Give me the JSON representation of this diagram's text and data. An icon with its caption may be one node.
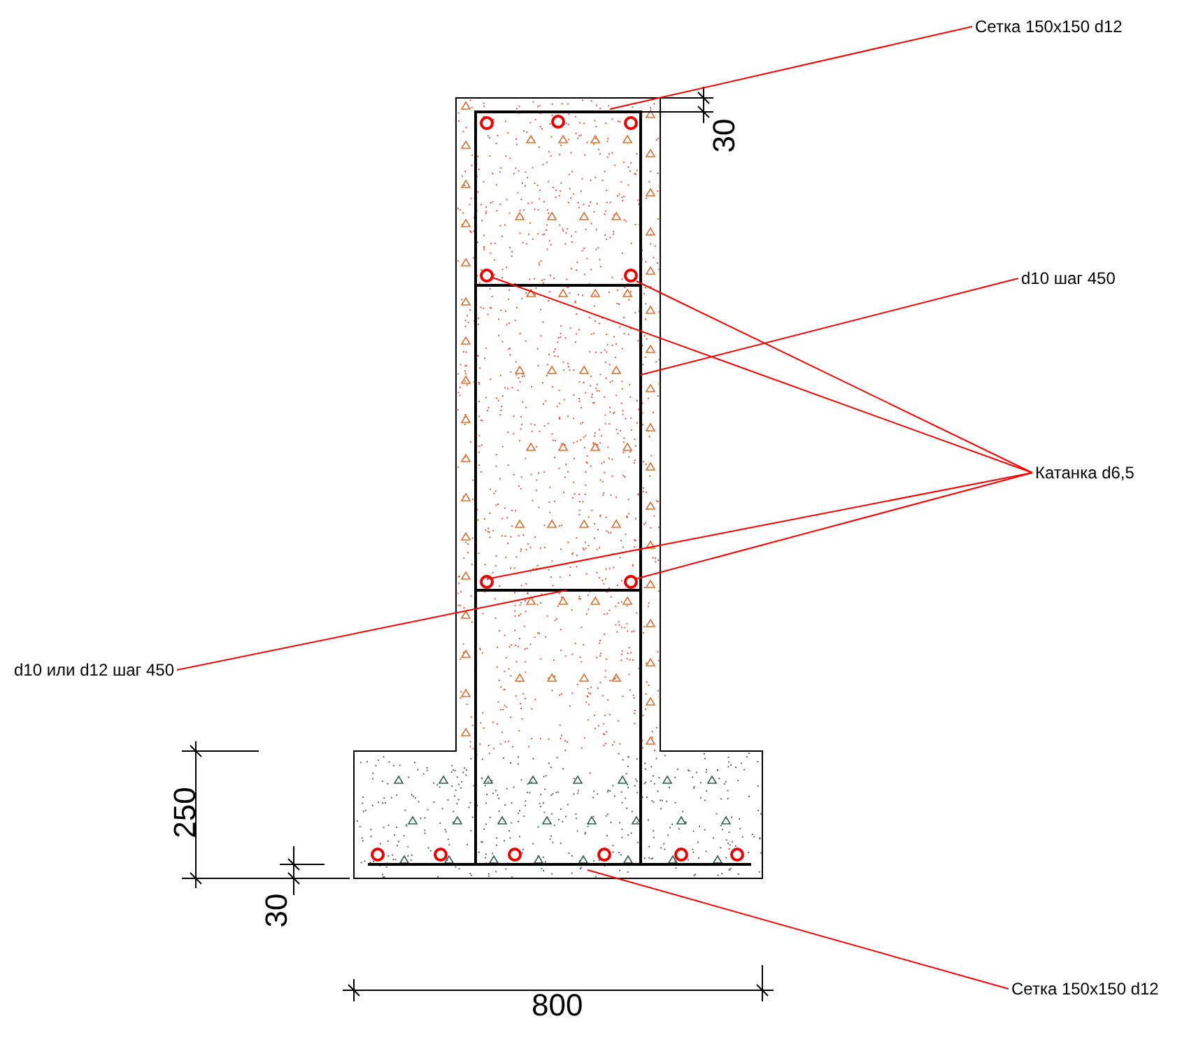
{
  "diagram": {
    "nodes": [
      {
        "text": [
          "Сетка 150x150 d12"
        ]
      },
      {
        "text": [
          "d10 шаг 450"
        ]
      },
      {
        "text": [
          "Катанка d6,5"
        ]
      },
      {
        "text": [
          "d10 или d12 шаг 450"
        ]
      },
      {
        "text": [
          "Сетка 150x150 d12"
        ]
      }
    ],
    "edges": [
      {
        "from": 0,
        "to": null,
        "arrow": "none"
      },
      {
        "from": 1,
        "to": null,
        "arrow": "none"
      },
      {
        "from": 2,
        "to": null,
        "arrow": "none"
      },
      {
        "from": 2,
        "to": null,
        "arrow": "none"
      },
      {
        "from": 2,
        "to": null,
        "arrow": "none"
      },
      {
        "from": 2,
        "to": null,
        "arrow": "none"
      },
      {
        "from": 3,
        "to": null,
        "arrow": "none"
      },
      {
        "from": 4,
        "to": null,
        "arrow": "none"
      }
    ],
    "labels": [
      "30",
      "250",
      "30",
      "800"
    ]
  }
}
